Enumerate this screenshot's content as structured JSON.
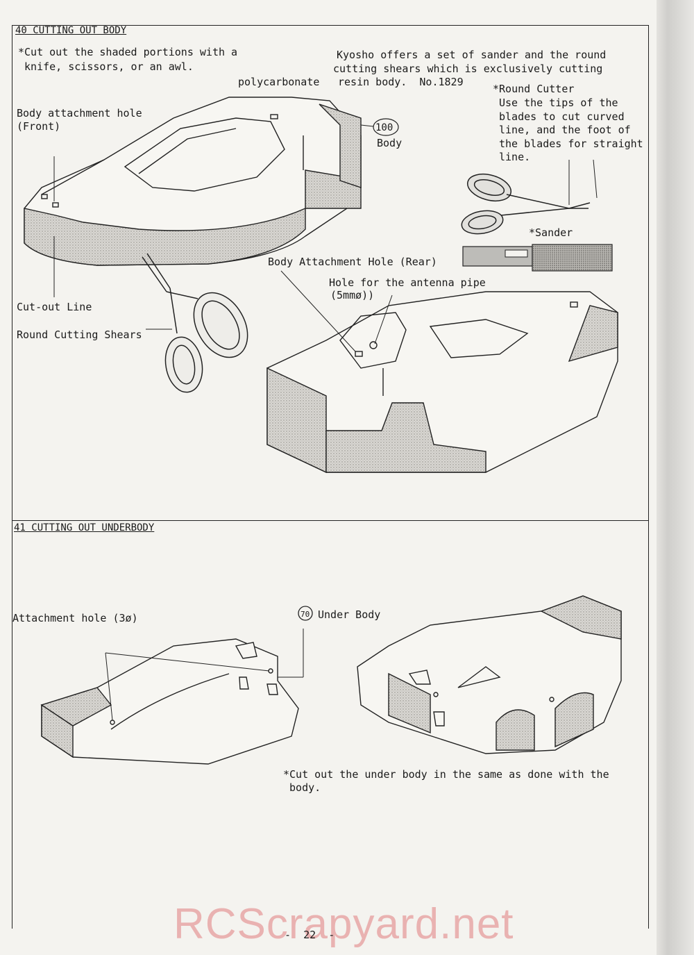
{
  "section40": {
    "title": "40 CUTTING OUT BODY",
    "note_line1": "*Cut out the shaded portions with a",
    "note_line2": " knife, scissors, or an awl.",
    "kyosho_line1": "Kyosho offers a set of sander and the round",
    "kyosho_line2": "cutting shears which is exclusively cutting",
    "kyosho_line3": "resin body.  No.1829",
    "polycarbonate": "polycarbonate",
    "round_cutter_title": "*Round Cutter",
    "round_cutter_line1": "Use the tips of the",
    "round_cutter_line2": "blades to cut curved",
    "round_cutter_line3": "line, and the foot of",
    "round_cutter_line4": "the blades for straight",
    "round_cutter_line5": "line.",
    "sander": "*Sander",
    "body_attach_front_1": "Body attachment hole",
    "body_attach_front_2": "(Front)",
    "part_number": "100",
    "part_name": "Body",
    "cutout_line": "Cut-out Line",
    "round_shears": "Round Cutting Shears",
    "body_attach_rear": "Body Attachment Hole (Rear)",
    "antenna_hole_1": "Hole for the antenna pipe",
    "antenna_hole_2": "(5mmø))"
  },
  "section41": {
    "title": "41 CUTTING OUT UNDERBODY",
    "attachment_hole": "Attachment hole (3ø)",
    "part_number": "70",
    "part_name": "Under Body",
    "note_line1": "*Cut out the under body in the same as done with the",
    "note_line2": " body."
  },
  "footer": {
    "page_number": "-  22  -",
    "watermark": "RCScrapyard.net"
  }
}
